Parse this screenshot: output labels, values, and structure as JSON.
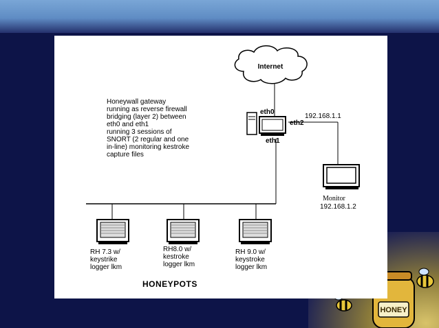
{
  "internet": {
    "label": "Internet"
  },
  "gateway": {
    "description": [
      "Honeywall gateway",
      "running as reverse firewall",
      "bridging (layer 2) between",
      "eth0 and eth1",
      "running 3 sessions of",
      "SNORT (2 regular and one",
      "in-line) monitoring kestroke",
      "capture files"
    ],
    "eth0": "eth0",
    "eth1": "eth1",
    "eth2": "eth2",
    "eth2_ip": "192.168.1.1"
  },
  "monitor": {
    "label": "Monitor",
    "ip": "192.168.1.2"
  },
  "honeypots": {
    "title": "HONEYPOTS",
    "hosts": [
      {
        "lines": [
          "RH 7.3 w/",
          "keystrike",
          "logger lkm"
        ]
      },
      {
        "lines": [
          "RH8.0 w/",
          "kestroke",
          "logger lkm"
        ]
      },
      {
        "lines": [
          "RH 9.0 w/",
          "keystroke",
          "logger lkm"
        ]
      }
    ]
  },
  "decor": {
    "jar_label": "HONEY",
    "colors": {
      "background": "#0d1448",
      "slide": "#ffffff",
      "accent_top": "#7aa6d6"
    }
  }
}
